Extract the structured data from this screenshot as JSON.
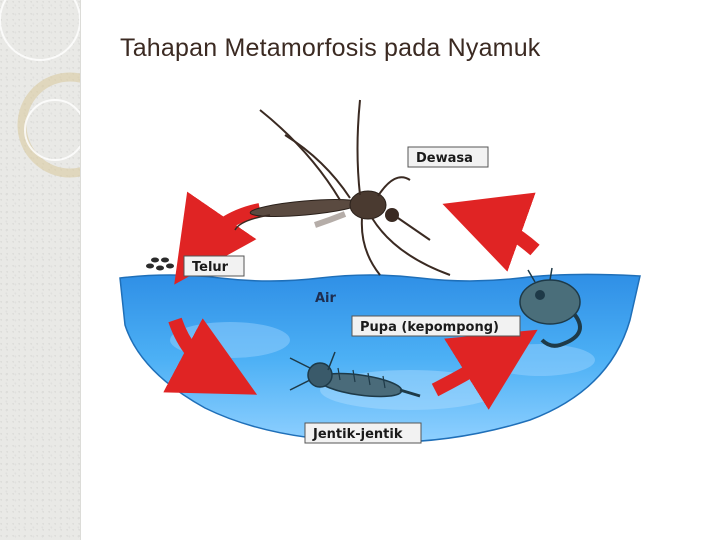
{
  "slide": {
    "title": "Tahapan Metamorfosis pada Nyamuk"
  },
  "diagram": {
    "stages": {
      "adult": "Dewasa",
      "egg": "Telur",
      "pupa": "Pupa (kepompong)",
      "larva": "Jentik-jentik"
    },
    "water_label": "Air"
  },
  "colors": {
    "water": "#3aa0ef",
    "water_light": "#9fd5ff",
    "arrow": "#e02424",
    "title_text": "#3b2a22",
    "label_box": "#f2f2f2"
  }
}
